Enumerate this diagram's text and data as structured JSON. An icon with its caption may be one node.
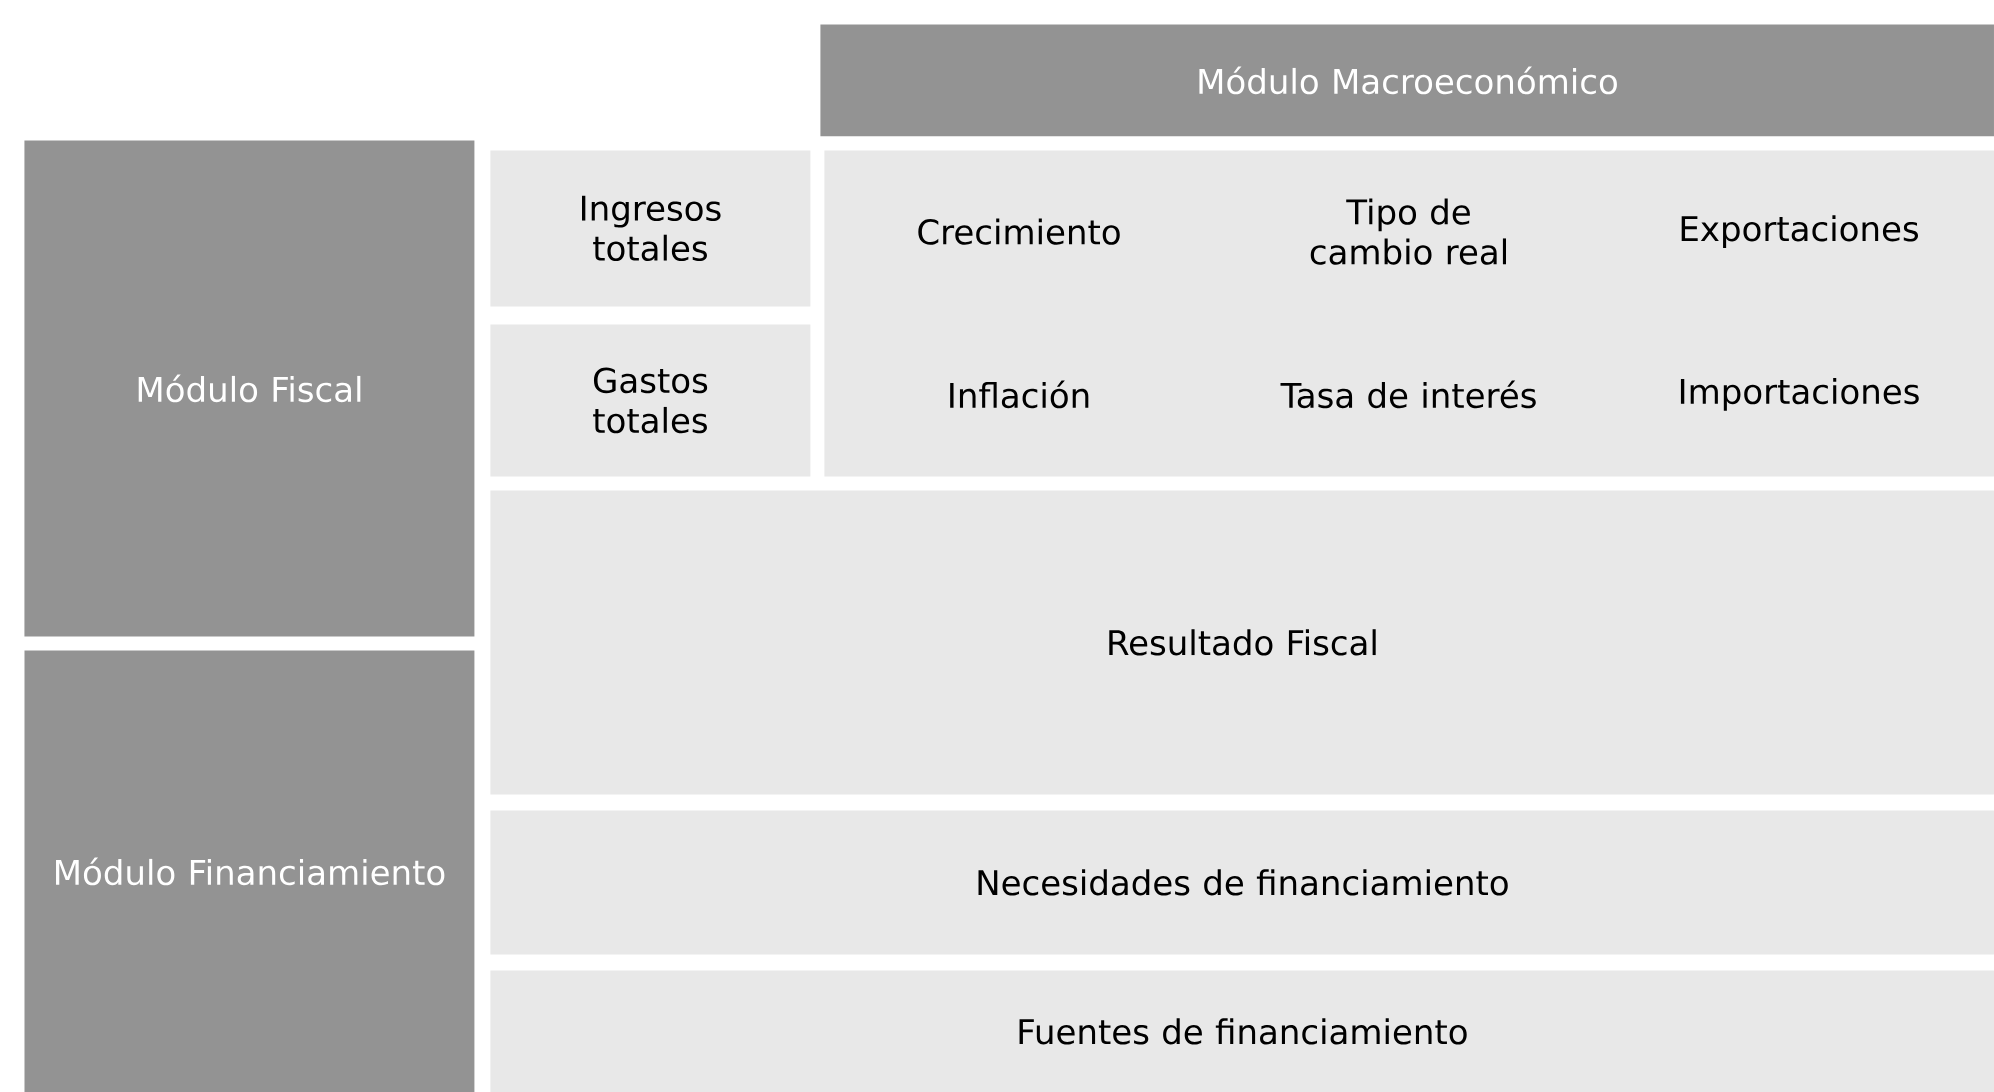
{
  "diagram": {
    "nodes": [
      {
        "text": [
          "Módulo Macroeconómico"
        ]
      },
      {
        "text": [
          "Módulo Fiscal"
        ]
      },
      {
        "text": [
          "Ingresos totales"
        ]
      },
      {
        "text": [
          "Gastos totales"
        ]
      },
      {
        "text": [
          "Crecimiento",
          "Tipo de cambio real",
          "Exportaciones",
          "Inflación",
          "Tasa de interés",
          "Importaciones"
        ]
      },
      {
        "text": [
          "Módulo Financiamiento"
        ]
      },
      {
        "text": [
          "Resultado Fiscal"
        ]
      },
      {
        "text": [
          "Necesidades de financiamiento"
        ]
      },
      {
        "text": [
          "Fuentes de financiamiento"
        ]
      }
    ]
  }
}
